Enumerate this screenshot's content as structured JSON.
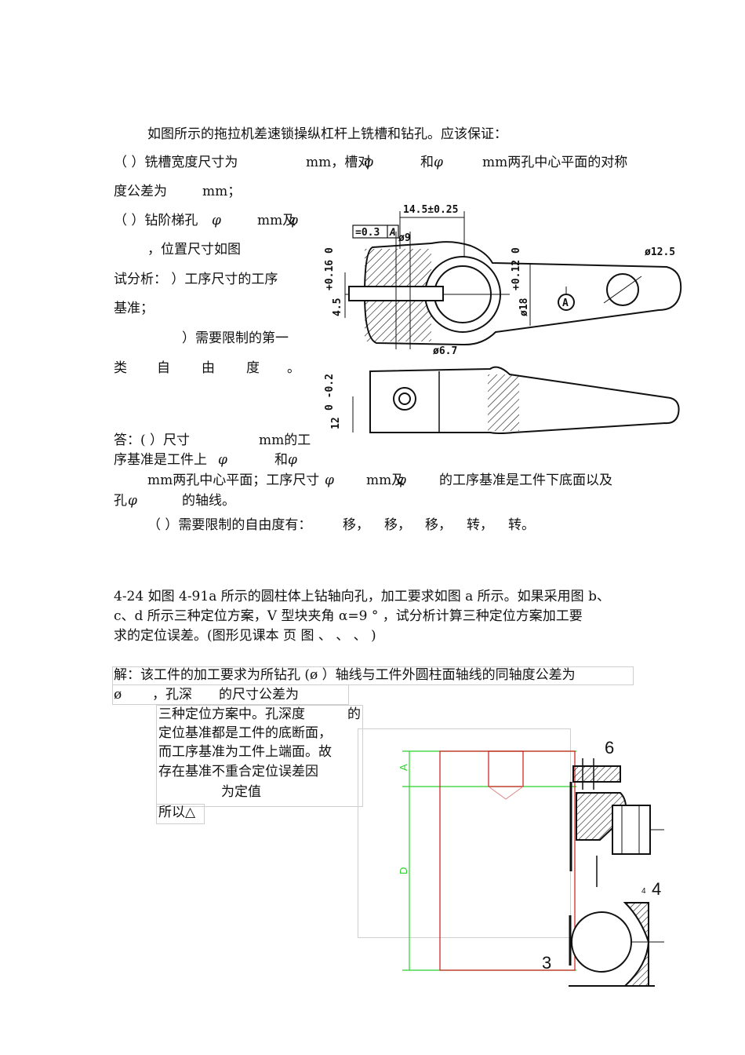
{
  "p1": {
    "intro": "如图所示的拖拉机差速锁操纵杠杆上铣槽和钻孔。应该保证：",
    "r1a": "（ ）铣槽宽度尺寸为",
    "r1b": "mm，槽对",
    "r1c": "和",
    "r1d": "mm两孔中心平面的对称",
    "r2": "度公差为",
    "r2b": "mm；",
    "r3a": "（  ）钻阶梯孔",
    "r3b": "mm及",
    "r4": "，位置尺寸如图",
    "r5": "试分析：  ）工序尺寸的工序",
    "r6": "基准；",
    "r7": "）需要限制的第一",
    "r8": [
      "类",
      "自",
      "由",
      "度",
      "。"
    ],
    "phi": "φ",
    "ans1a": "答：(  ）尺寸",
    "ans1b": "mm的工",
    "ans2a": "序基准是工件上",
    "ans2b": "和",
    "ans3a": "mm两孔中心平面；工序尺寸",
    "ans3b": "mm及",
    "ans3c": "的工序基准是工件下底面以及",
    "ans4a": "孔",
    "ans4b": "的轴线。",
    "ans5a": "（  ）需要限制的自由度有：",
    "ans5b": [
      "移，",
      "移，",
      "移，",
      "转，",
      "转。"
    ]
  },
  "q424": {
    "l1": "4-24 如图 4-91a 所示的圆柱体上钻轴向孔，加工要求如图 a 所示。如果采用图 b、",
    "l2": "c、d 所示三种定位方案，V 型块夹角 α=9 ° ，试分析计算三种定位方案加工要",
    "l3": "求的定位误差。(图形见课本       页        图  、  、  、 )"
  },
  "sol": {
    "l1": "解：该工件的加工要求为所钻孔 (ø ）轴线与工件外圆柱面轴线的同轴度公差为",
    "l2a": "ø",
    "l2b": "，孔深",
    "l2c": "的尺寸公差为",
    "l3a": "三种定位方案中。孔深度",
    "l3b": "的",
    "l4": "定位基准都是工件的底断面，",
    "l5": "而工序基准为工件上端面。故",
    "l6": "存在基准不重合定位误差因",
    "l7": "为定值",
    "l8": "所以△"
  },
  "drawing1": {
    "d_top": "14.5±0.25",
    "d_sym": "=0.3",
    "d_sym_ref": "A",
    "d_phi9": "ø9",
    "d_phi125": "ø12.5",
    "d_45": "4.5",
    "d_45_tol": "+0.16 0",
    "d_phi18": "ø18",
    "d_phi18_tol": "+0.12 0",
    "d_A": "A",
    "d_phi67": "ø6.7",
    "d_12": "12",
    "d_12_tol": "0 -0.2"
  },
  "drawing2": {
    "label_A": "A",
    "label_D": "D",
    "n6": "6",
    "n4": "4",
    "n4s": "4",
    "n3": "3"
  }
}
